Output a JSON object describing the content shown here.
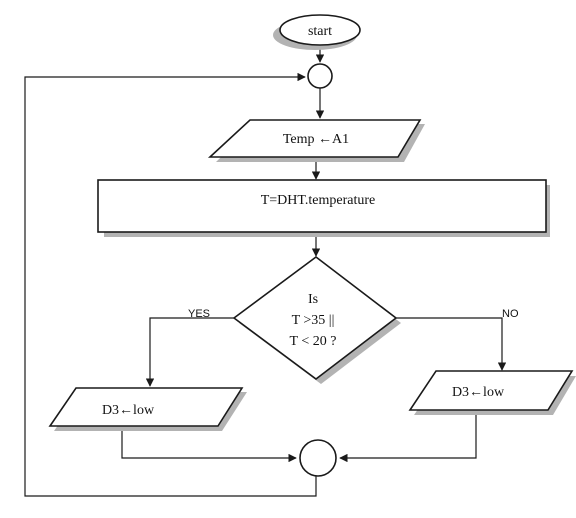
{
  "flowchart": {
    "start": "start",
    "read_input": "Temp ←A1",
    "process": "T=DHT.temperature",
    "decision": {
      "line1": "Is",
      "line2": "T >35 ||",
      "line3": "T < 20 ?"
    },
    "yes_label": "YES",
    "no_label": "NO",
    "output_yes": "D3←low",
    "output_no": "D3←low"
  }
}
